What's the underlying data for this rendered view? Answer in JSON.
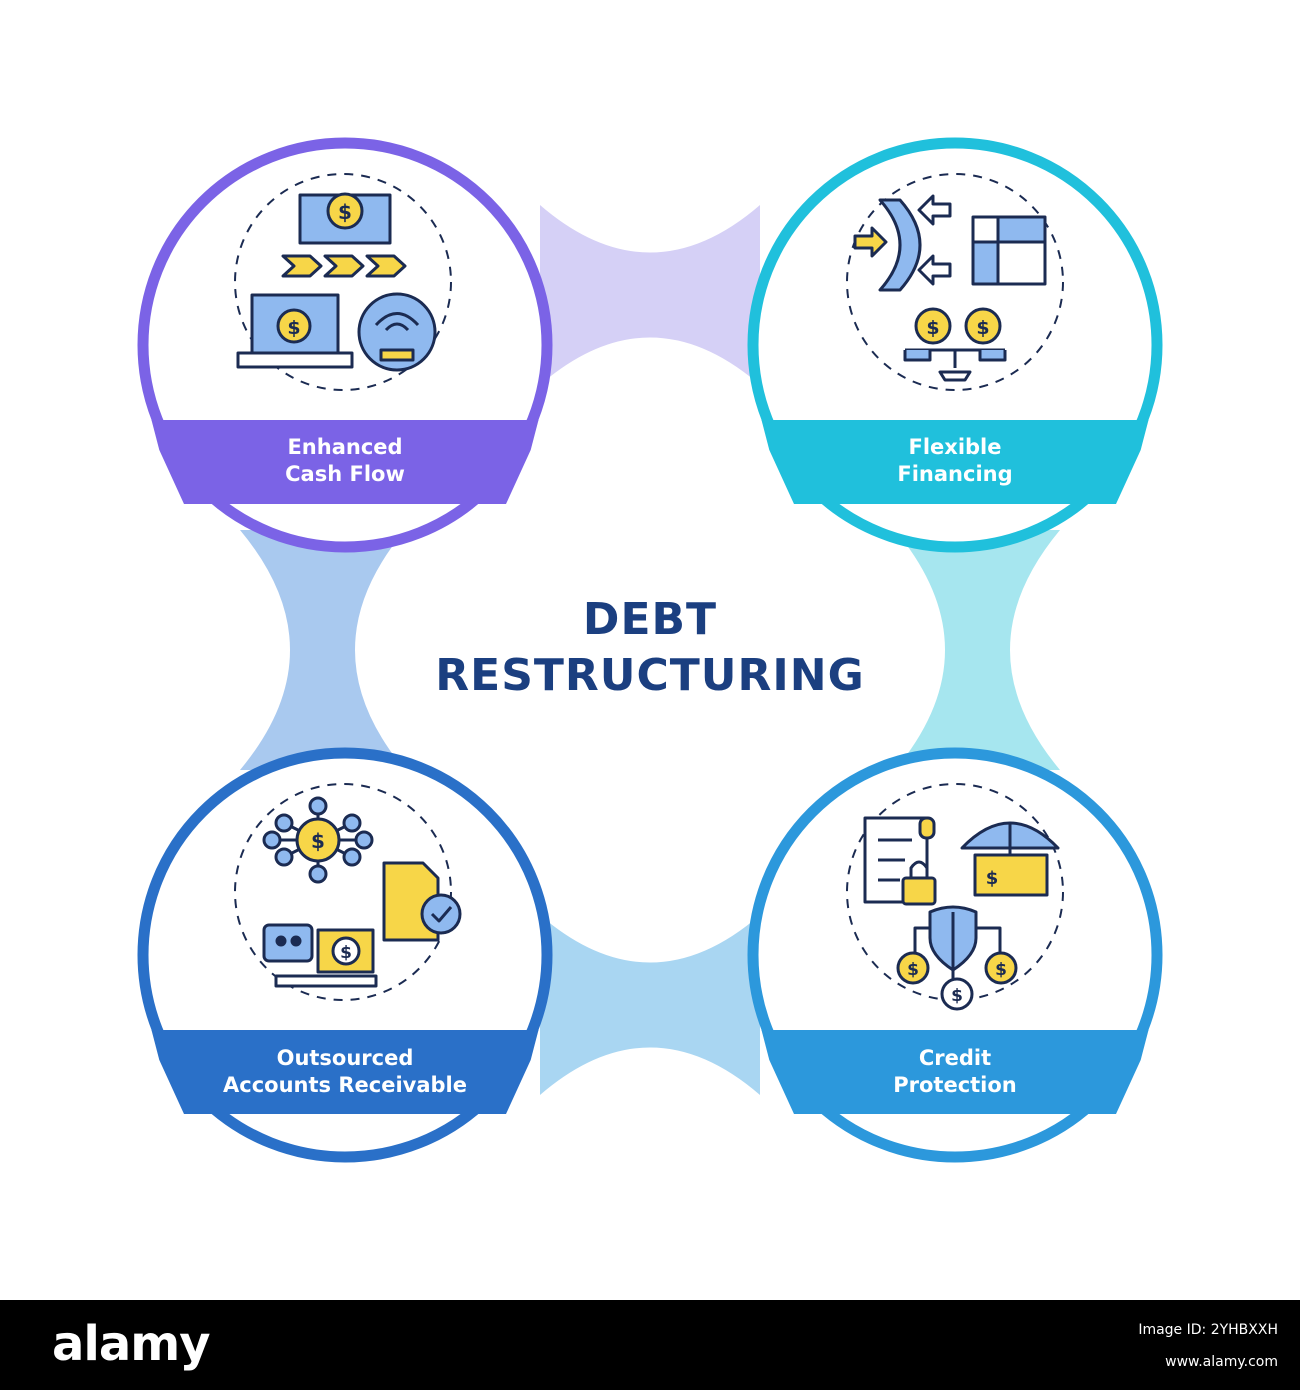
{
  "title": {
    "line1": "DEBT",
    "line2": "RESTRUCTURING"
  },
  "cards": [
    {
      "label_line1": "Enhanced",
      "label_line2": "Cash Flow",
      "color": "#7b63e6",
      "icon": "cash-flow-icon"
    },
    {
      "label_line1": "Flexible",
      "label_line2": "Financing",
      "color": "#20c0dc",
      "icon": "flexible-financing-icon"
    },
    {
      "label_line1": "Outsourced",
      "label_line2": "Accounts Receivable",
      "color": "#2a70c8",
      "icon": "outsourced-receivable-icon"
    },
    {
      "label_line1": "Credit",
      "label_line2": "Protection",
      "color": "#2c98dc",
      "icon": "credit-protection-icon"
    }
  ],
  "connector_colors": {
    "top": "#d5d0f6",
    "left": "#a9c9ef",
    "right": "#a6e6ef",
    "bottom": "#a9d6f2"
  },
  "icon_colors": {
    "yellow": "#f7d648",
    "blue": "#8fb9ef",
    "outline": "#1b2b52"
  },
  "footer": {
    "logo": "alamy",
    "image_id_label": "Image ID: 2YHBXXH",
    "site": "www.alamy.com"
  }
}
